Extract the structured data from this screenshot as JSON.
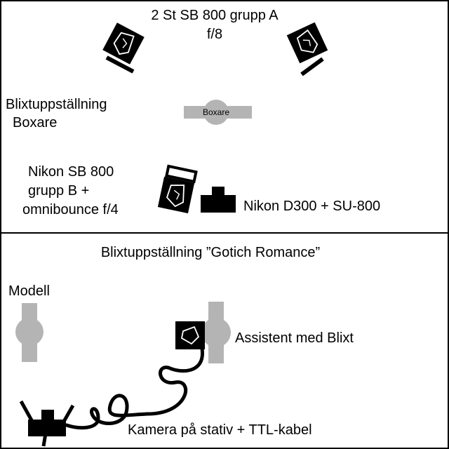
{
  "top_panel": {
    "group_a_line1": "2 St SB 800 grupp A",
    "group_a_line2": "f/8",
    "title_line1": "Blixtuppställning",
    "title_line2": "Boxare",
    "subject_label": "Boxare",
    "group_b_line1": "Nikon SB 800",
    "group_b_line2": "grupp B +",
    "group_b_line3": "omnibounce f/4",
    "camera_label": "Nikon D300 + SU-800"
  },
  "bottom_panel": {
    "title": "Blixtuppställning ”Gotich Romance”",
    "model_label": "Modell",
    "assistant_label": "Assistent med Blixt",
    "camera_label": "Kamera på stativ + TTL-kabel"
  },
  "colors": {
    "figure_gray": "#b4b4b4",
    "outline": "#000000"
  }
}
